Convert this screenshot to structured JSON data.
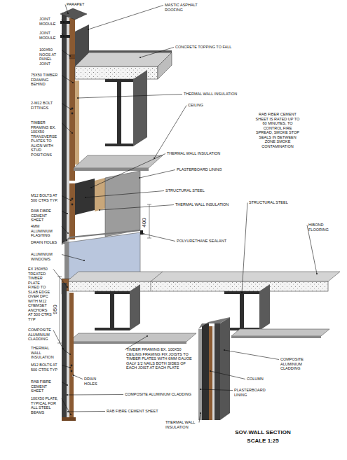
{
  "diagram": {
    "title": "SOV-WALL SECTION",
    "caption": "SCALE 1:25",
    "labels": [
      "PARAPET",
      "JOINT MODULE",
      "JOINT MODULE",
      "100X50 NOGS AT PANEL JOINT",
      "75X50 TIMBER FRAMING BEHIND",
      "2-M12 BOLT FITTINGS",
      "TIMBER FRAMING EX. 100X50 TRANSVERSE PLATES TO ALIGN WITH STUD POSITIONS",
      "M12 BOLTS AT 500 CTRS TYP.",
      "RAB FIBRE CEMENT SHEET",
      "4MM ALUMINIUM FLASHING",
      "DRAIN HOLES",
      "ALUMINIUM WINDOWS",
      "EX 150X50 TREATED TIMBER PLATE FIXED TO SLAB EDGE OVER DPC WITH M12 CHEMSET ANCHORS AT 500 CTRS TYP",
      "COMPOSITE ALUMINIUM CLADDING",
      "THERMAL WALL INSULATION",
      "M12 BOLTS AT 500 CTRS TYP",
      "RAB FIBRE CEMENT SHEET",
      "100X50 PLATE, TYPICAL FOR ALL STEEL BEAMS",
      "DRAIN HOLES",
      "MASTIC ASPHALT ROOFING",
      "CONCRETE TOPPING TO FALL",
      "THERMAL WALL INSULATION",
      "CEILING",
      "RAB FIBER CEMENT SHEET IS RATED UP TO 60 MINUTES, TO CONTROL FIRE SPREAD, SMOKE STOP SEALS IN BETWEEN ZONE SMOKE CONTAMINATION",
      "THERMAL WALL INSULATION",
      "PLASTERBOARD LINING",
      "STRUCTURAL STEEL",
      "THERMAL WALL INSULATION",
      "400",
      "STRUCTURAL STEEL",
      "HIBOND FLOORING",
      "POLYURETHANE SEALANT",
      "950",
      "TIMBER FRAMING EX. 100X50 CEILING FRAMING FIX JOISTS TO TIMBER PLATES WITH 6MM GAUGE GALV 1/2 NAILS BOTH SIDES OF EACH JOIST AT EACH PLATE",
      "COMPOSITE ALUMINIUM CLADDING",
      "RAB FIBRE CEMENT SHEET",
      "THERMAL WALL INSULATION",
      "COLUMN",
      "PLASTERBOARD LINING",
      "COMPOSITE ALUMINIUM CLADDING"
    ]
  }
}
